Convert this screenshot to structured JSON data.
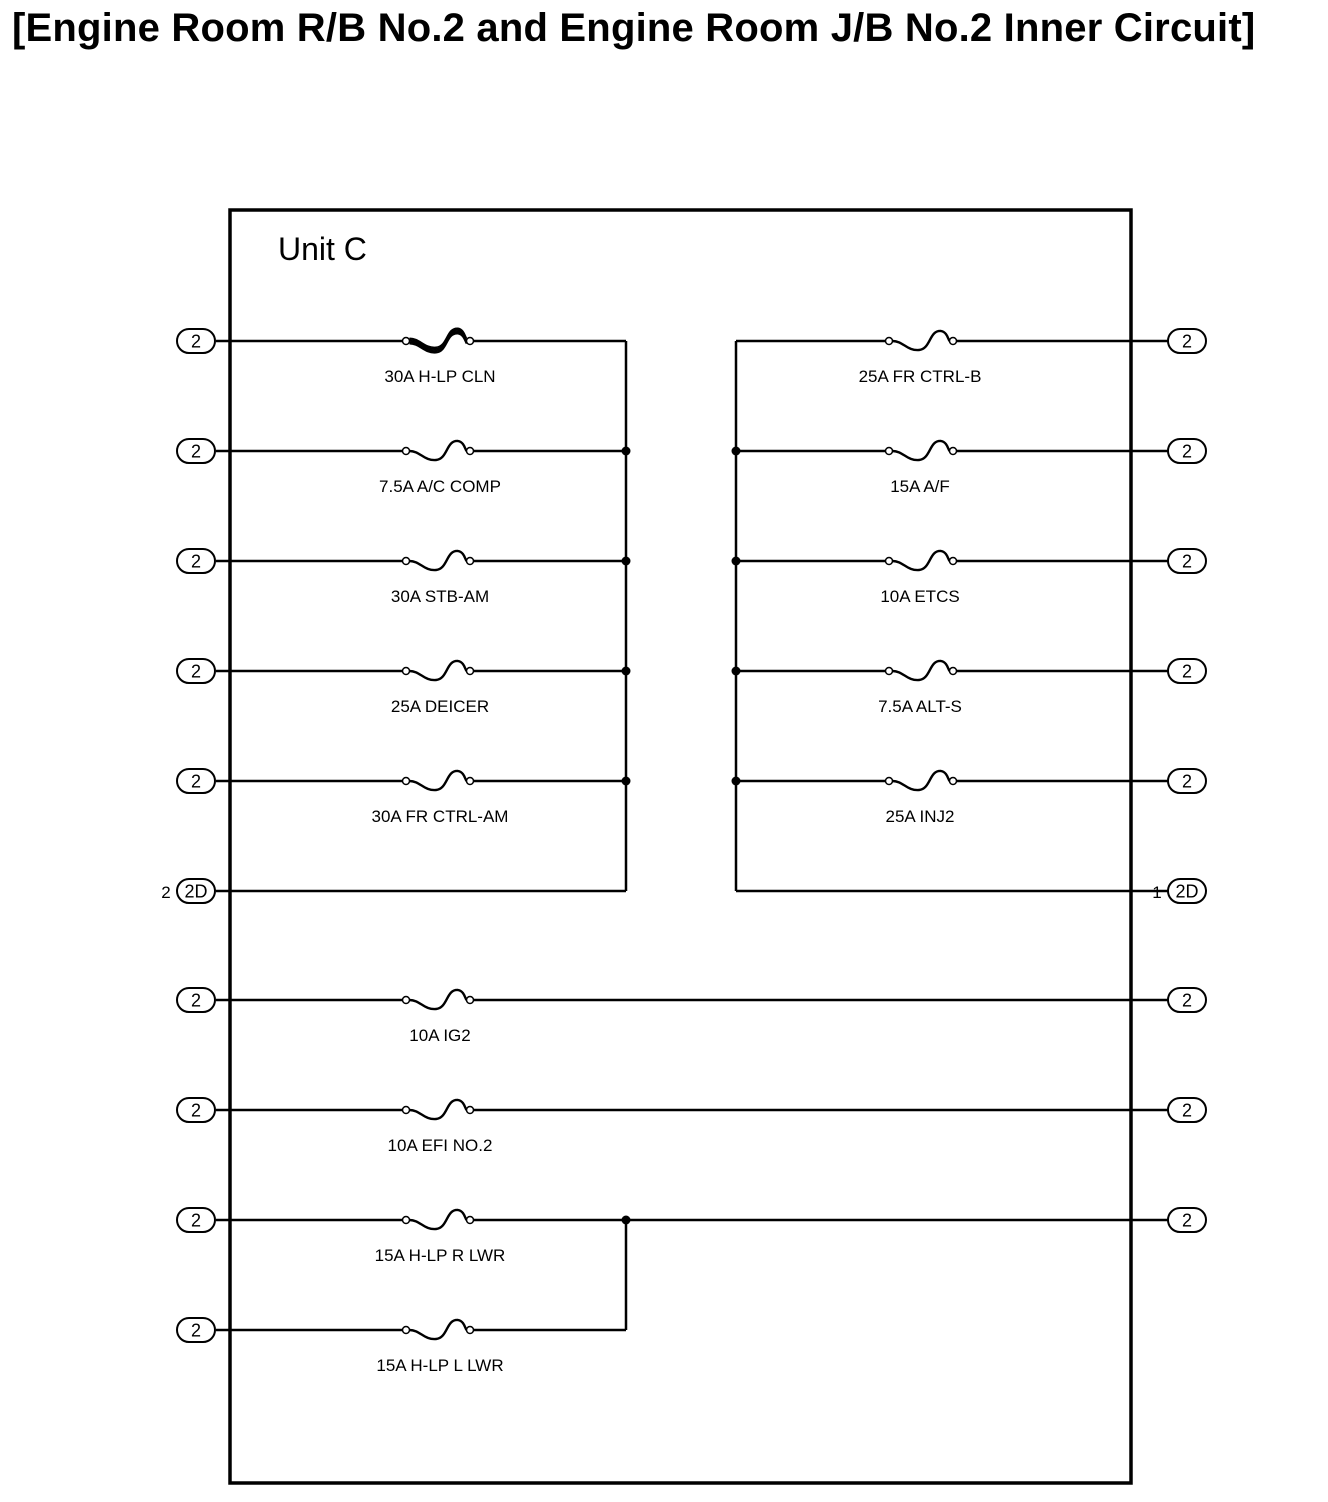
{
  "title": "[Engine Room R/B No.2 and Engine Room J/B No.2 Inner Circuit]",
  "unit_label": "Unit C",
  "connector_label": "2",
  "connector_2d_label": "2D",
  "connector_2d_left_pin": "2",
  "connector_2d_right_pin": "1",
  "left_fuses": [
    {
      "label": "30A H-LP CLN"
    },
    {
      "label": "7.5A A/C COMP"
    },
    {
      "label": "30A STB-AM"
    },
    {
      "label": "25A DEICER"
    },
    {
      "label": "30A FR CTRL-AM"
    }
  ],
  "right_fuses": [
    {
      "label": "25A FR CTRL-B"
    },
    {
      "label": "15A A/F"
    },
    {
      "label": "10A ETCS"
    },
    {
      "label": "7.5A ALT-S"
    },
    {
      "label": "25A INJ2"
    }
  ],
  "bottom_fuses": [
    {
      "label": "10A IG2"
    },
    {
      "label": "10A EFI NO.2"
    },
    {
      "label": "15A H-LP R LWR"
    },
    {
      "label": "15A H-LP L LWR"
    }
  ]
}
